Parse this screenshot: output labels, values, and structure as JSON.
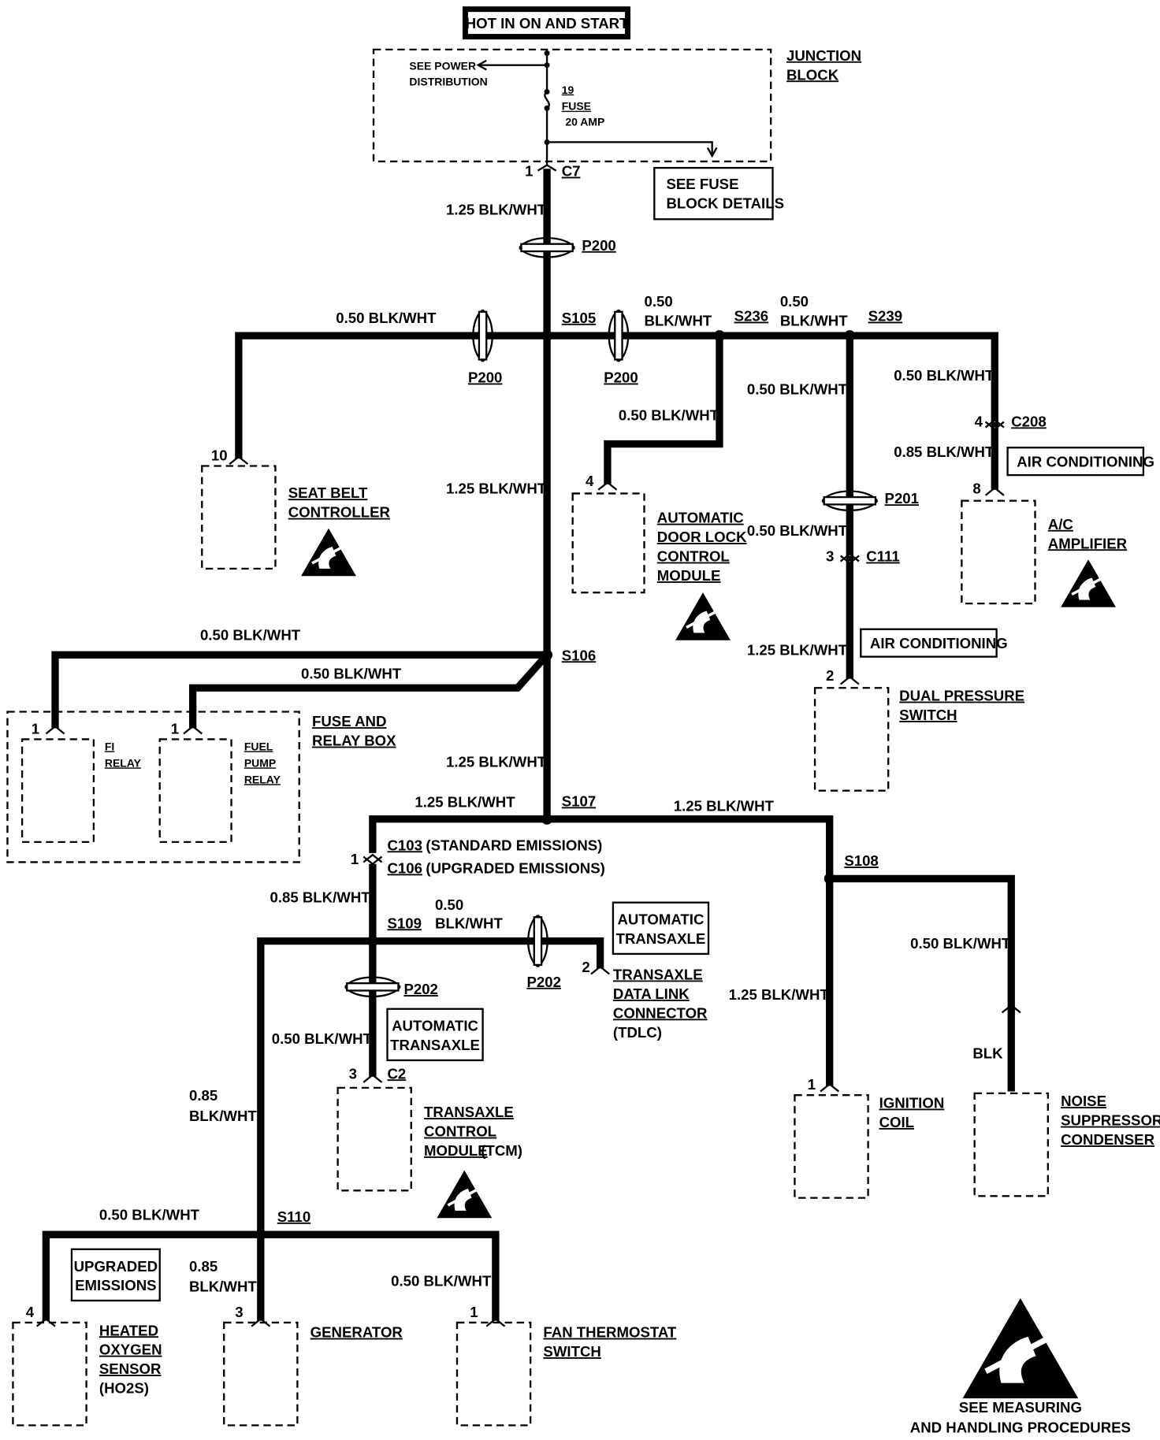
{
  "title": "HOT IN ON AND START",
  "junction_block": {
    "label_line1": "JUNCTION",
    "label_line2": "BLOCK",
    "see_power_line1": "SEE POWER",
    "see_power_line2": "DISTRIBUTION",
    "fuse_num": "19",
    "fuse_word": "FUSE",
    "fuse_amp": "20 AMP",
    "see_fuse_line1": "SEE FUSE",
    "see_fuse_line2": "BLOCK DETAILS"
  },
  "connectors": {
    "c7_pin": "1",
    "c7": "C7",
    "p200": "P200",
    "p201": "P201",
    "p202": "P202",
    "c208_pin": "4",
    "c208": "C208",
    "c111_pin": "3",
    "c111": "C111",
    "c103_pin": "1",
    "c103": "C103",
    "c103_note": "(STANDARD EMISSIONS)",
    "c106": "C106",
    "c106_note": "(UPGRADED EMISSIONS)",
    "c2_pin": "3",
    "c2": "C2"
  },
  "splices": {
    "s105": "S105",
    "s236": "S236",
    "s239": "S239",
    "s106": "S106",
    "s107": "S107",
    "s108": "S108",
    "s109": "S109",
    "s110": "S110"
  },
  "wires": {
    "w125": "1.25 BLK/WHT",
    "w050": "0.50 BLK/WHT",
    "w085": "0.85 BLK/WHT",
    "w050_a": "0.50",
    "w_blkwht": "BLK/WHT",
    "w085_a": "0.85",
    "blk": "BLK"
  },
  "components": {
    "seat_belt": {
      "pin": "10",
      "line1": "SEAT BELT",
      "line2": "CONTROLLER"
    },
    "door_lock": {
      "pin": "4",
      "line1": "AUTOMATIC",
      "line2": "DOOR LOCK",
      "line3": "CONTROL",
      "line4": "MODULE"
    },
    "ac_amp": {
      "pin": "8",
      "line1": "A/C",
      "line2": "AMPLIFIER"
    },
    "dual_pressure": {
      "pin": "2",
      "line1": "DUAL PRESSURE",
      "line2": "SWITCH"
    },
    "fuse_relay_box": {
      "line1": "FUSE AND",
      "line2": "RELAY BOX"
    },
    "fi_relay": {
      "pin": "1",
      "line1": "FI",
      "line2": "RELAY"
    },
    "fuel_pump": {
      "pin": "1",
      "line1": "FUEL",
      "line2": "PUMP",
      "line3": "RELAY"
    },
    "tdlc": {
      "pin": "2",
      "line1": "TRANSAXLE",
      "line2": "DATA LINK",
      "line3": "CONNECTOR",
      "line4": "(TDLC)"
    },
    "tcm": {
      "line1": "TRANSAXLE",
      "line2": "CONTROL",
      "line3": "MODULE",
      "line3b": "(TCM)"
    },
    "ignition": {
      "pin": "1",
      "line1": "IGNITION",
      "line2": "COIL"
    },
    "noise": {
      "line1": "NOISE",
      "line2": "SUPPRESSOR",
      "line3": "CONDENSER"
    },
    "ho2s": {
      "pin": "4",
      "line1": "HEATED",
      "line2": "OXYGEN",
      "line3": "SENSOR",
      "line4": "(HO2S)"
    },
    "generator": {
      "pin": "3",
      "line1": "GENERATOR"
    },
    "fan_thermo": {
      "pin": "1",
      "line1": "FAN THERMOSTAT",
      "line2": "SWITCH"
    }
  },
  "notes": {
    "air_cond": "AIR CONDITIONING",
    "auto_trans1": "AUTOMATIC",
    "auto_trans2": "TRANSAXLE",
    "upgraded1": "UPGRADED",
    "upgraded2": "EMISSIONS",
    "measuring1": "SEE MEASURING",
    "measuring2": "AND HANDLING PROCEDURES"
  },
  "icons": [
    "esd-warning-icon",
    "arrow-icon",
    "fuse-icon"
  ]
}
